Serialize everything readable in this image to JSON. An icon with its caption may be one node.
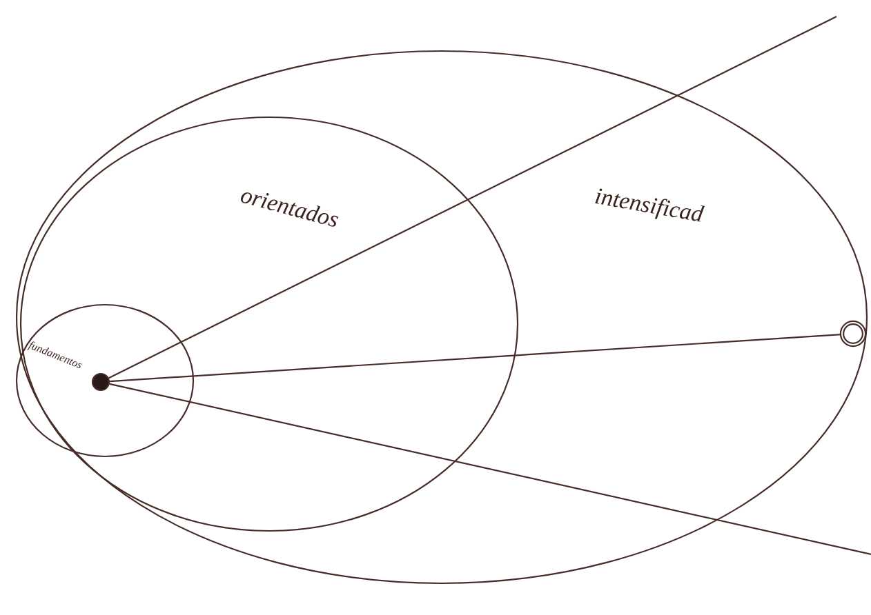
{
  "diagram": {
    "nodes": [
      {
        "text": [
          "intensificad"
        ]
      },
      {
        "text": [
          "orientados"
        ],
        "in": 0
      },
      {
        "text": [
          "fundamentos"
        ],
        "in": 1
      },
      {
        "text": [],
        "shape": "circle",
        "in": 2
      },
      {
        "text": [],
        "shape": "circle",
        "in": 0
      }
    ],
    "edges": [
      {
        "from": 3,
        "to": null,
        "arrow": "none"
      },
      {
        "from": 3,
        "to": 4,
        "arrow": "none"
      },
      {
        "from": 3,
        "to": null,
        "arrow": "none"
      }
    ]
  }
}
